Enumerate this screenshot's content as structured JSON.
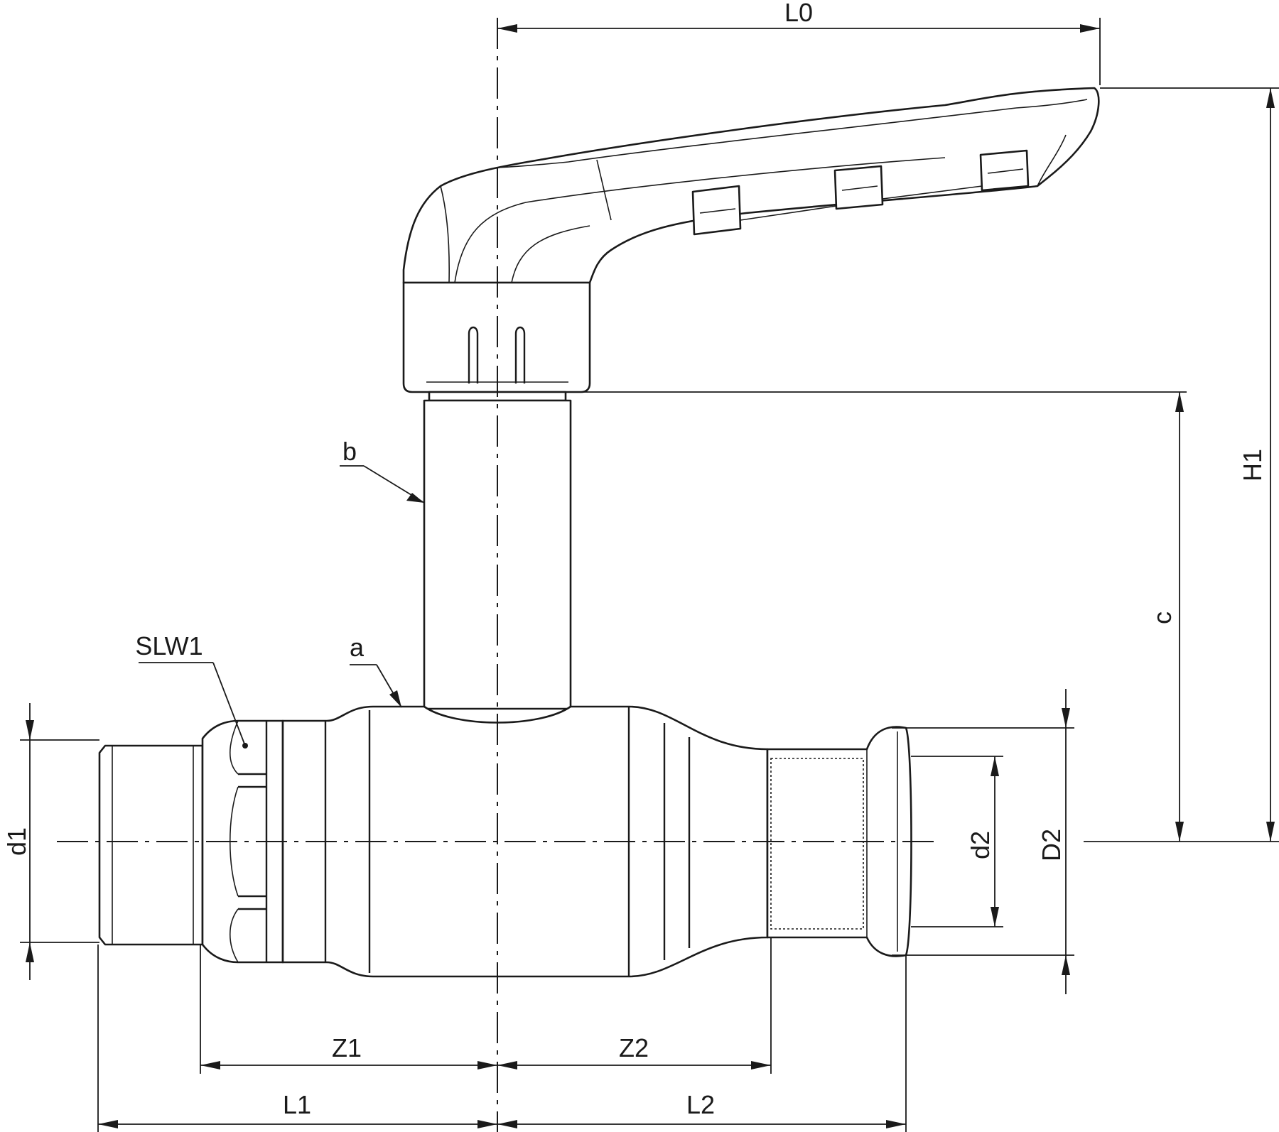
{
  "labels": {
    "L0": "L0",
    "H1": "H1",
    "c": "c",
    "b": "b",
    "a": "a",
    "SLW1": "SLW1",
    "d1": "d1",
    "d2": "d2",
    "D2": "D2",
    "Z1": "Z1",
    "Z2": "Z2",
    "L1": "L1",
    "L2": "L2"
  },
  "colors": {
    "stroke": "#1a1a1a",
    "background": "#ffffff"
  }
}
